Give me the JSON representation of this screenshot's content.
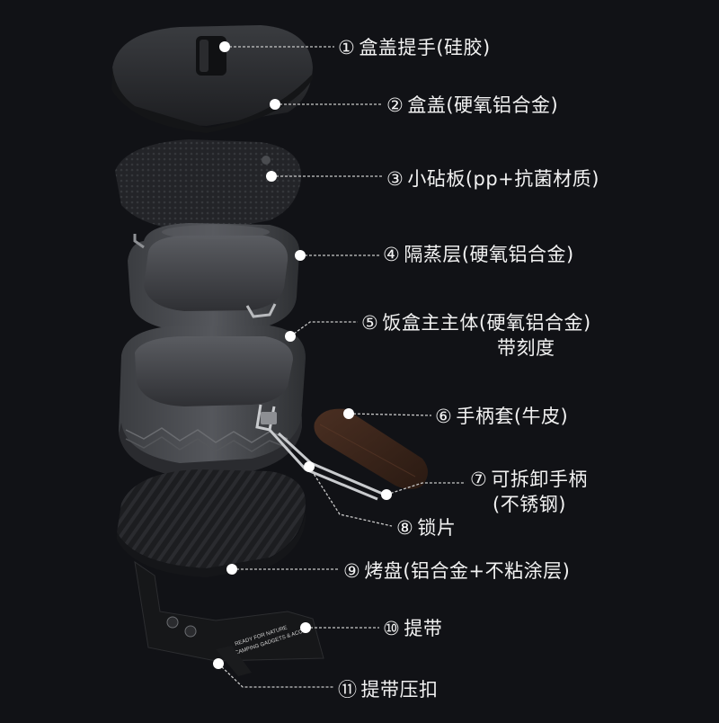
{
  "colors": {
    "background": "#111216",
    "leader": "#c8c8c8",
    "dot": "#ffffff",
    "text": "#f2f2f2"
  },
  "parts": [
    {
      "num": "①",
      "name": "盒盖提手(硅胶)"
    },
    {
      "num": "②",
      "name": "盒盖(硬氧铝合金)"
    },
    {
      "num": "③",
      "name": "小砧板(pp+抗菌材质)"
    },
    {
      "num": "④",
      "name": "隔蒸层(硬氧铝合金)"
    },
    {
      "num": "⑤",
      "name": "饭盒主主体(硬氧铝合金)",
      "name2": "带刻度"
    },
    {
      "num": "⑥",
      "name": "手柄套(牛皮)"
    },
    {
      "num": "⑦",
      "name": "可拆卸手柄",
      "name2": "(不锈钢)"
    },
    {
      "num": "⑧",
      "name": "锁片"
    },
    {
      "num": "⑨",
      "name": "烤盘(铝合金+不粘涂层)"
    },
    {
      "num": "⑩",
      "name": "提带"
    },
    {
      "num": "⑪",
      "name": "提带压扣"
    }
  ],
  "strap": {
    "text_line1": "READY FOR NATURE",
    "text_line2": "CAMPING GADGETS & ACC"
  }
}
